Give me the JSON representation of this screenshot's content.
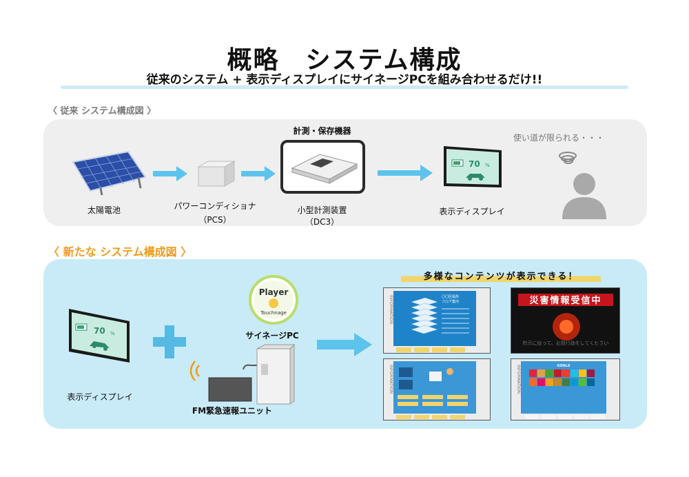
{
  "header": {
    "title": "概略　システム構成",
    "subtitle": "従来のシステム + 表示ディスプレイにサイネージPCを組み合わせるだけ!!"
  },
  "legacy": {
    "section_label": "〈 従来 システム構成図 〉",
    "device_group_label": "計測・保存機器",
    "solar": "太陽電池",
    "pcs_line1": "パワーコンディショナ",
    "pcs_line2": "（PCS）",
    "dc3_line1": "小型計測装置",
    "dc3_line2": "（DC3）",
    "display": "表示ディスプレイ",
    "limited_use": "使い道が限られる・・・",
    "display_percent": "70",
    "display_unit": "%"
  },
  "new_system": {
    "section_label": "〈 新たな システム構成図 〉",
    "display": "表示ディスプレイ",
    "signage_pc": "サイネージPC",
    "fm_unit": "FM緊急速報ユニット",
    "player_logo": "Player",
    "player_logo_sub": "Touchnage",
    "contents_banner": "多様なコンテンツが表示できる！",
    "display_percent": "70",
    "display_unit": "%",
    "screens": {
      "information": "INFORMATION",
      "floor_title_line1": "〇〇区役所",
      "floor_title_line2": "フロア案内",
      "disaster_title": "災害情報受信中",
      "disaster_message": "指示に従って、避難行動をしてください",
      "goals_label": "GOALS"
    }
  },
  "colors": {
    "arrow_blue": "#5cc3ec",
    "plus_blue": "#55b9e4",
    "orange": "#f29a1f",
    "panel_gray": "#efefef",
    "panel_blue": "#c8ebf7"
  }
}
